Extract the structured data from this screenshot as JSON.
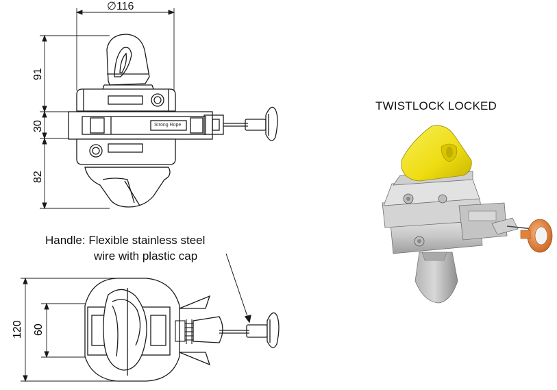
{
  "top_view": {
    "diameter_label": "∅116",
    "dim_height_top": "91",
    "dim_height_mid": "30",
    "dim_height_bottom": "82",
    "brand_plate": "Strong Rope"
  },
  "side_view": {
    "dim_width_outer": "120",
    "dim_width_inner": "60"
  },
  "handle_note": {
    "line1": "Handle: Flexible stainless steel",
    "line2": "wire with plastic cap"
  },
  "render_view": {
    "title": "TWISTLOCK LOCKED",
    "colors": {
      "cone": "#f2e21b",
      "body": "#c9c9c9",
      "handle_cap": "#e58a3a"
    }
  }
}
